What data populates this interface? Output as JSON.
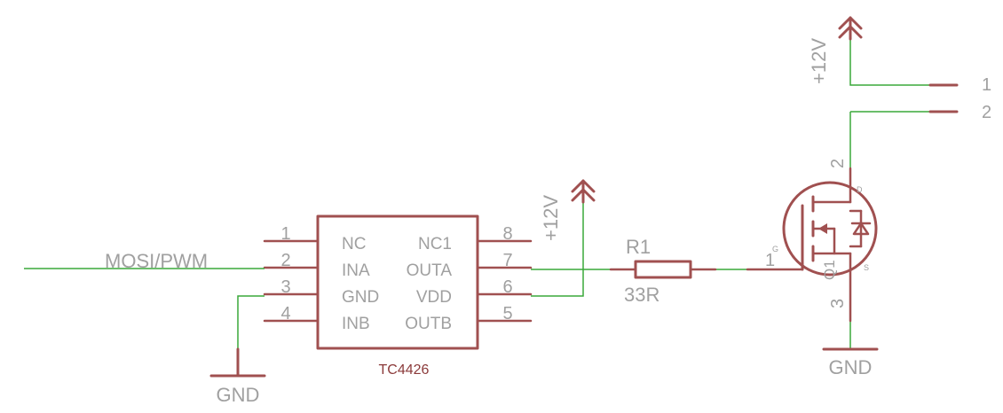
{
  "ic": {
    "name": "TC4426",
    "pin_numbers": [
      "1",
      "2",
      "3",
      "4",
      "8",
      "7",
      "6",
      "5"
    ],
    "left_pins": [
      "NC",
      "INA",
      "GND",
      "INB"
    ],
    "right_pins": [
      "NC1",
      "OUTA",
      "VDD",
      "OUTB"
    ]
  },
  "nets": {
    "mosi": "MOSI/PWM",
    "gnd_ic": "GND",
    "gnd_fet": "GND",
    "vcc_ic": "+12V",
    "vcc_top": "+12V"
  },
  "resistor": {
    "name": "R1",
    "value": "33R"
  },
  "mosfet": {
    "pin_gate": "1",
    "pin_drain": "2",
    "pin_source": "3",
    "gate_letter": "G",
    "source_letter": "S",
    "drain_letter": "D",
    "center_letters": "Q1"
  },
  "connector": {
    "pins": [
      "1",
      "2"
    ]
  },
  "colors": {
    "symbol": "#a05050",
    "wire": "#3aa83a",
    "label": "#a0a0a0",
    "part_name": "#8b3a3a"
  }
}
